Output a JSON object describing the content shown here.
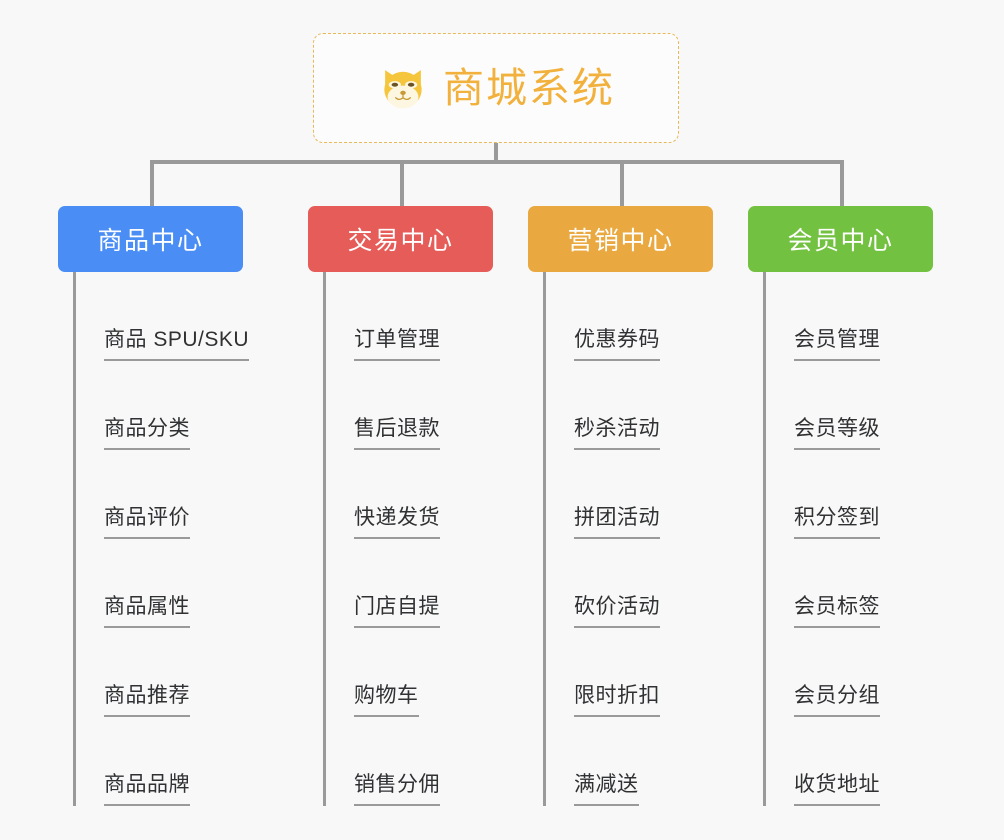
{
  "diagram": {
    "type": "mindmap",
    "background_color": "#f8f8f8",
    "connector_color": "#9a9a9a",
    "root": {
      "icon": "shiba-dog-face-icon",
      "title": "商城系统",
      "text_color": "#f2b13c",
      "border_color": "#e8b959",
      "border_style": "dashed",
      "fill_color": "#fcfcfc"
    },
    "branches": [
      {
        "label": "商品中心",
        "color": "#4a8ef5",
        "items": [
          "商品 SPU/SKU",
          "商品分类",
          "商品评价",
          "商品属性",
          "商品推荐",
          "商品品牌"
        ]
      },
      {
        "label": "交易中心",
        "color": "#e55c58",
        "items": [
          "订单管理",
          "售后退款",
          "快递发货",
          "门店自提",
          "购物车",
          "销售分佣"
        ]
      },
      {
        "label": "营销中心",
        "color": "#eaa940",
        "items": [
          "优惠券码",
          "秒杀活动",
          "拼团活动",
          "砍价活动",
          "限时折扣",
          "满减送"
        ]
      },
      {
        "label": "会员中心",
        "color": "#72c140",
        "items": [
          "会员管理",
          "会员等级",
          "积分签到",
          "会员标签",
          "会员分组",
          "收货地址"
        ]
      }
    ]
  }
}
